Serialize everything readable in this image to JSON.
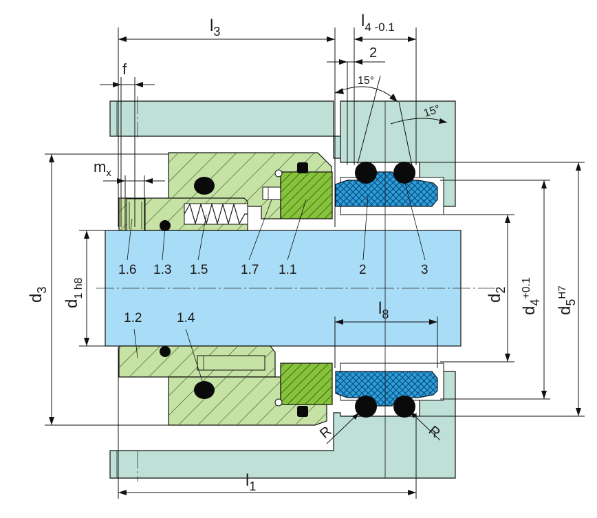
{
  "colors": {
    "housing": "#bfe0d7",
    "shaft": "#a9dcf6",
    "rotating_body": "#c6e2a4",
    "hatch_dark": "#3b5a2a",
    "thrust_ring": "#86c23a",
    "seal_face": "#2b9fd6",
    "o_ring": "#0a0a0a",
    "line": "#111111"
  },
  "dimensions": {
    "l3": "l",
    "l3_sub": "3",
    "l4": "l",
    "l4_sub": "4 -0.1",
    "two": "2",
    "f": "f",
    "mx": "m",
    "mx_sub": "x",
    "l8": "l",
    "l8_sub": "8",
    "l1": "l",
    "l1_sub": "1",
    "d3": "d",
    "d3_sub": "3",
    "d1": "d",
    "d1_sub": "1 h8",
    "d2": "d",
    "d2_sub": "2",
    "d4": "d",
    "d4_sub": "4",
    "d4_sup": "+0.1",
    "d5": "d",
    "d5_sub": "5",
    "d5_sup": "H7",
    "angle_1": "15°",
    "angle_2": "15°",
    "radius_1": "R",
    "radius_2": "R"
  },
  "parts": {
    "p1_6": "1.6",
    "p1_3": "1.3",
    "p1_5": "1.5",
    "p1_7": "1.7",
    "p1_1": "1.1",
    "p2": "2",
    "p3": "3",
    "p1_2": "1.2",
    "p1_4": "1.4"
  }
}
